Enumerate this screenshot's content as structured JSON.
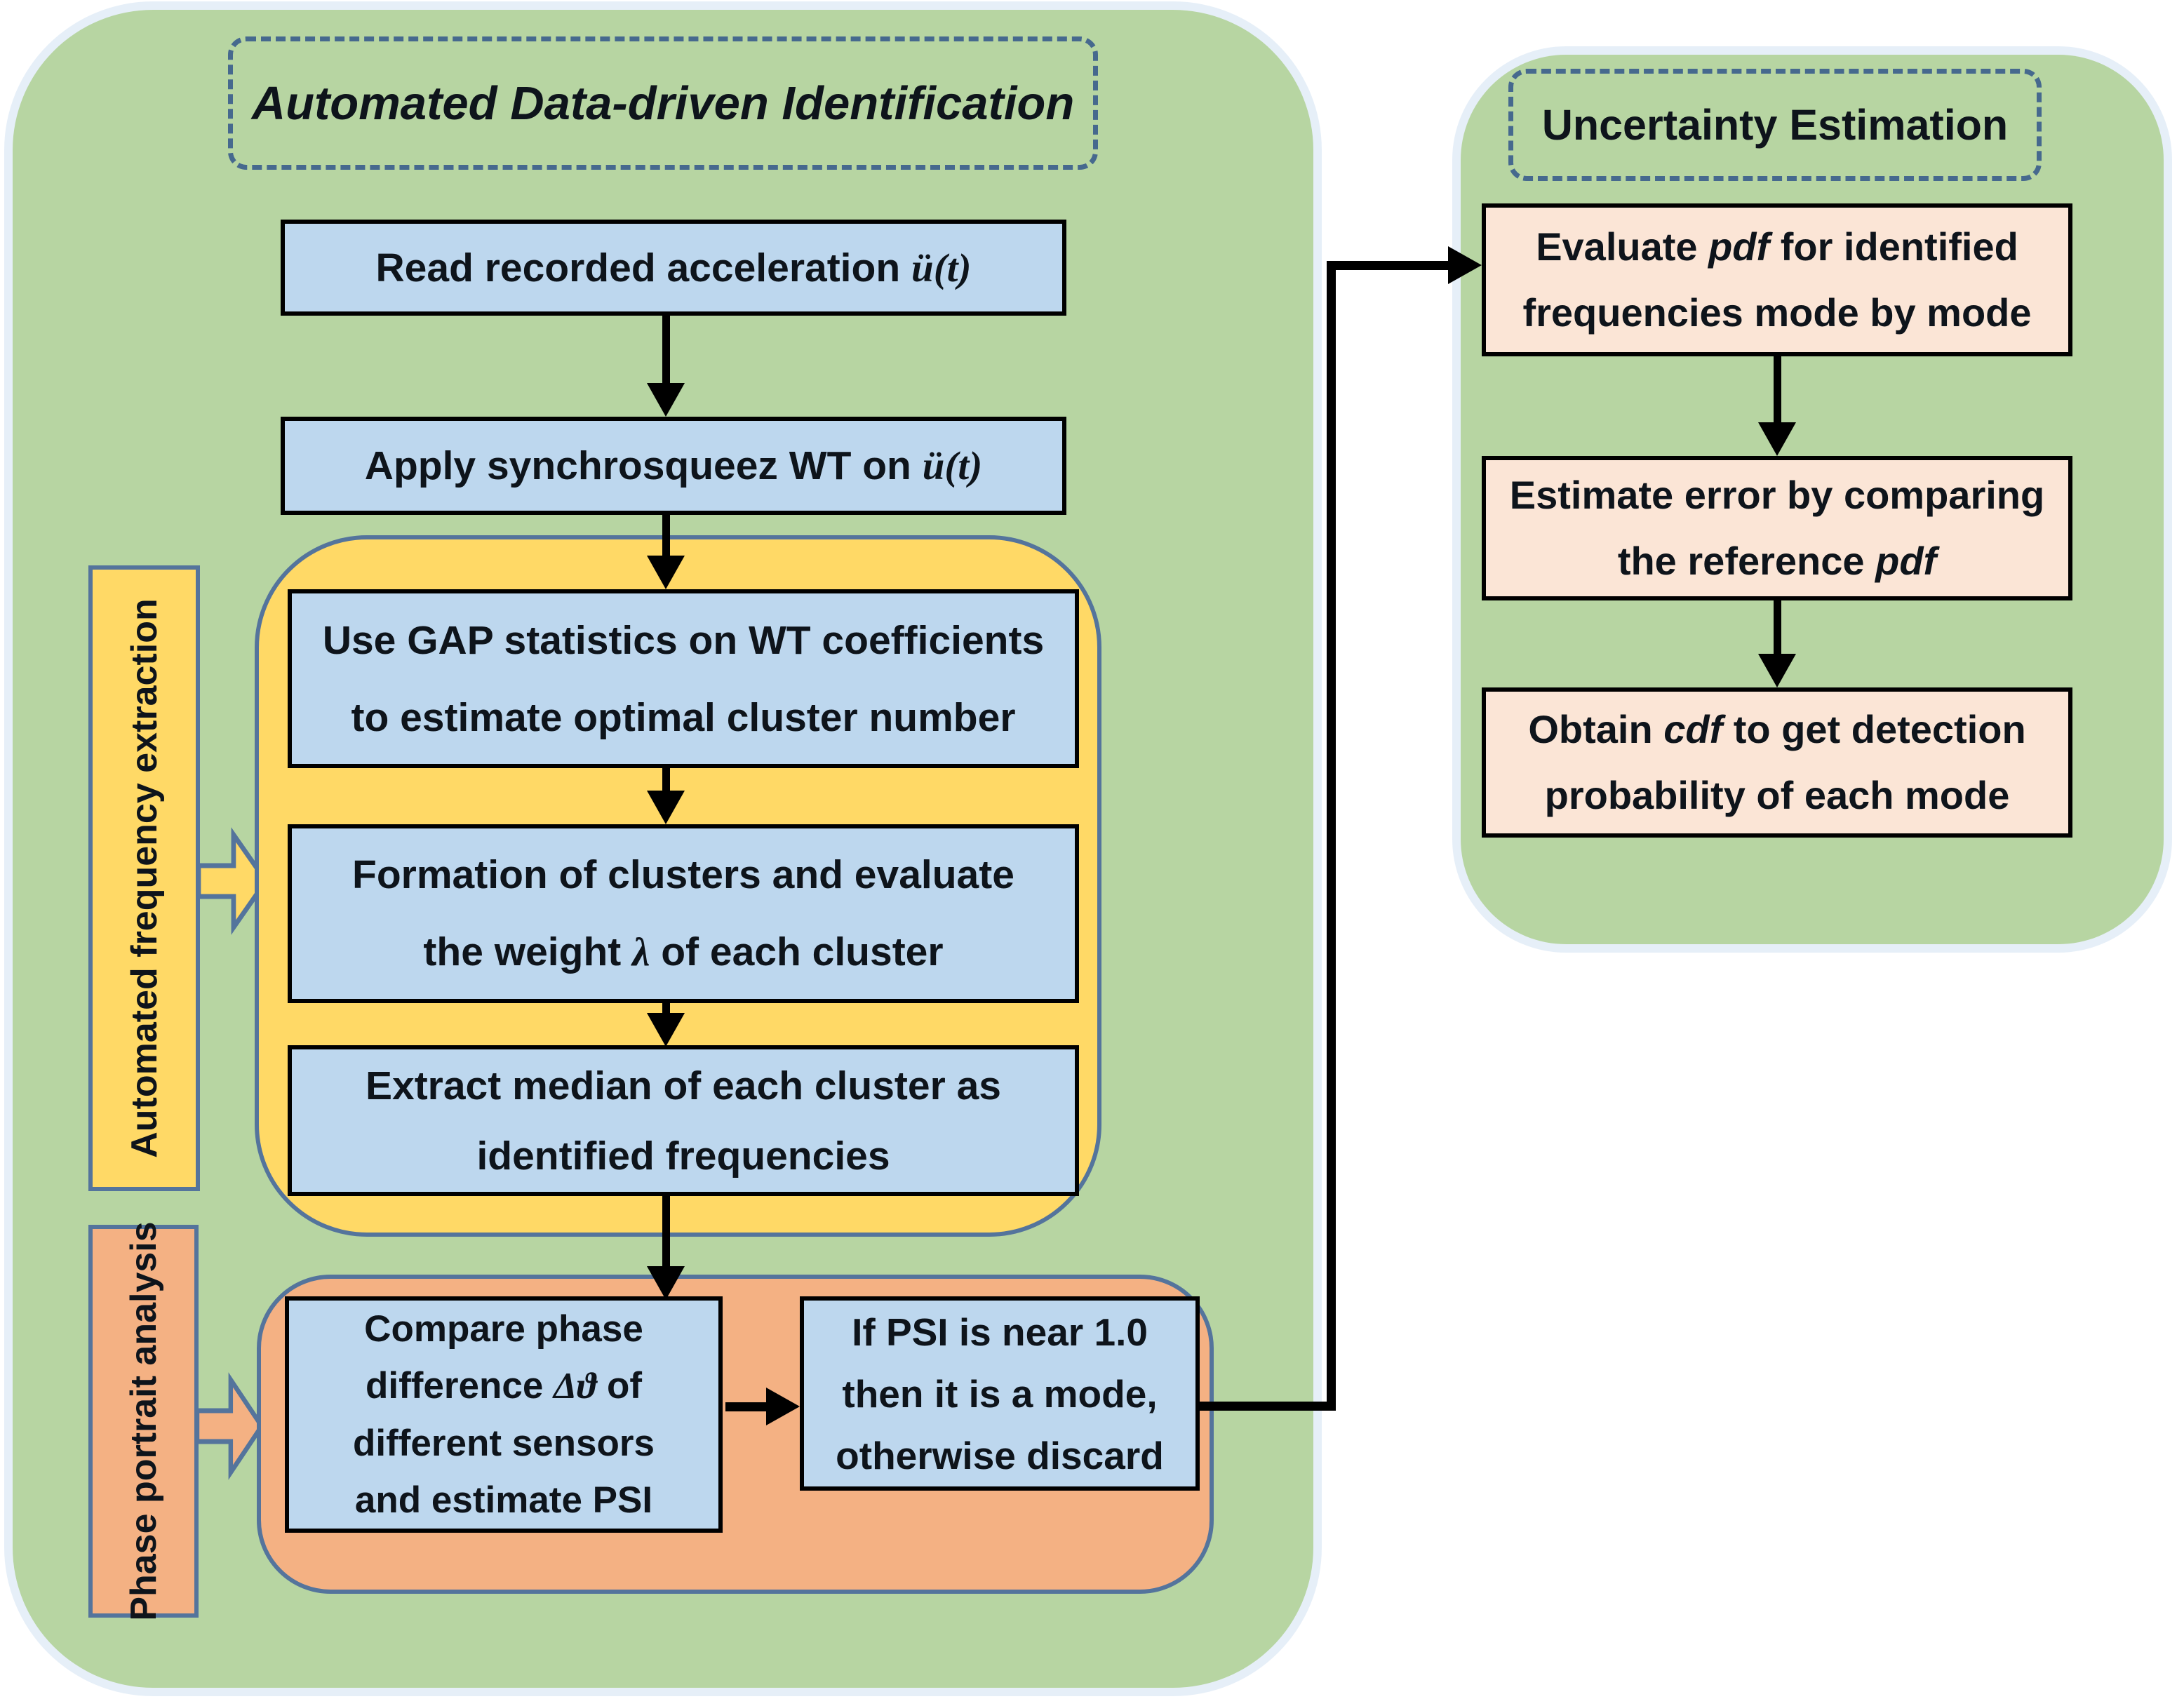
{
  "colors": {
    "page_bg": "#ffffff",
    "panel_green": "#b7d5a2",
    "box_blue": "#bdd7ee",
    "container_yellow": "#ffd966",
    "container_orange": "#f4b183",
    "box_peach": "#fbe5d6",
    "slate_border": "#54749c",
    "dash_border": "#46698e",
    "arrow_black": "#000000"
  },
  "identification": {
    "title": "Automated Data-driven Identification",
    "box_read": {
      "pre": "Read recorded acceleration ",
      "math": "ü(t)"
    },
    "box_wt": {
      "pre": "Apply synchrosqueez WT on ",
      "math": "ü(t)"
    },
    "box_gap": {
      "line1": "Use GAP statistics on WT coefficients",
      "line2": "to estimate optimal cluster number"
    },
    "box_clusters": {
      "line1": "Formation of clusters and evaluate",
      "line2_pre": "the weight ",
      "line2_math": "λ",
      "line2_post": " of each cluster"
    },
    "box_median": {
      "line1": "Extract median of each cluster as",
      "line2": "identified frequencies"
    },
    "label_frequency": "Automated frequency extraction",
    "label_phase": "Phase portrait analysis",
    "box_compare": {
      "line1": "Compare phase",
      "line2_pre": "difference ",
      "line2_math": "Δϑ",
      "line2_post": " of",
      "line3": "different sensors",
      "line4": "and estimate PSI"
    },
    "box_psi": {
      "line1": "If PSI is near 1.0",
      "line2": "then it is a mode,",
      "line3": "otherwise discard"
    }
  },
  "uncertainty": {
    "title": "Uncertainty Estimation",
    "box_pdf": {
      "line1_pre": "Evaluate ",
      "line1_it": "pdf",
      "line1_post": " for identified",
      "line2": "frequencies mode by mode"
    },
    "box_error": {
      "line1": "Estimate error by comparing",
      "line2_pre": "the reference ",
      "line2_it": "pdf"
    },
    "box_cdf": {
      "line1_pre": "Obtain ",
      "line1_it": "cdf",
      "line1_post": " to get detection",
      "line2": "probability of each mode"
    }
  }
}
